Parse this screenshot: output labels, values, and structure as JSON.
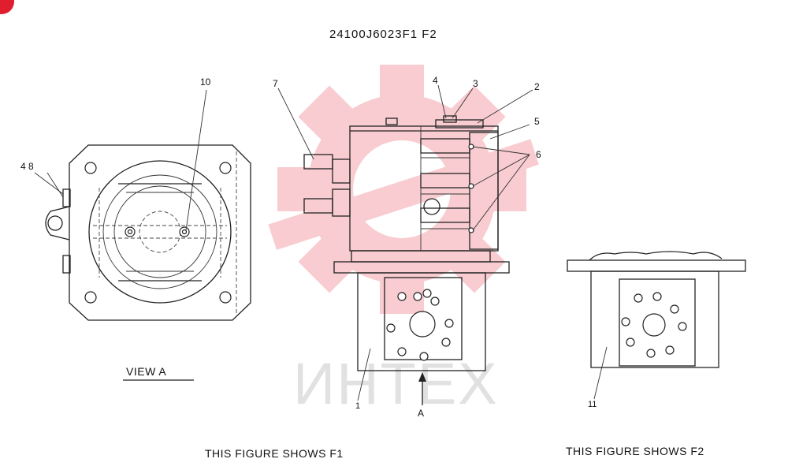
{
  "header": {
    "part_number": "24100J6023F1   F2"
  },
  "view_a": {
    "caption": "VIEW   A",
    "labels": {
      "l48": "4  8",
      "l10": "10"
    }
  },
  "side_view": {
    "labels": {
      "l7": "7",
      "l4": "4",
      "l3": "3",
      "l2": "2",
      "l5": "5",
      "l6": "6",
      "l1": "1",
      "lA": "A"
    }
  },
  "f2_view": {
    "labels": {
      "l11": "11"
    }
  },
  "captions": {
    "f1": "THIS FIGURE SHOWS     F1",
    "f2": "THIS FIGURE SHOWS     F2"
  },
  "watermark": {
    "text": "ИНТЕХ",
    "color": "#e01e2d",
    "badge_color": "#e01e2d"
  }
}
